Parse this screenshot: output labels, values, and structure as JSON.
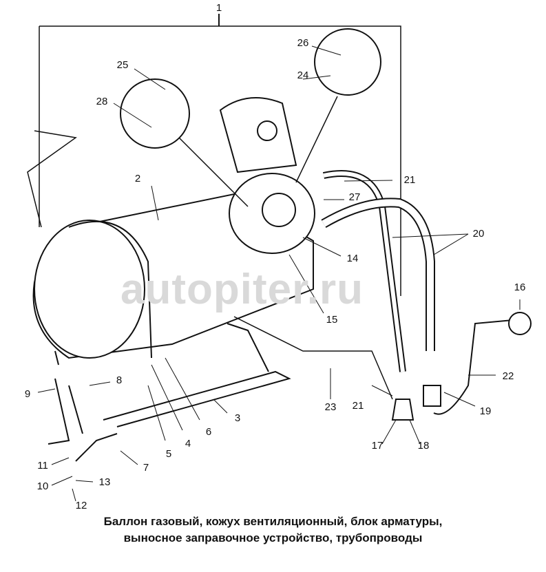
{
  "watermark": "autopiter.ru",
  "caption": {
    "line1": "Баллон газовый, кожух вентиляционный, блок арматуры,",
    "line2": "выносное заправочное устройство, трубопроводы"
  },
  "labels": {
    "l1": "1",
    "l2": "2",
    "l3": "3",
    "l4": "4",
    "l5": "5",
    "l6": "6",
    "l7": "7",
    "l8": "8",
    "l9": "9",
    "l10": "10",
    "l11": "11",
    "l12": "12",
    "l13": "13",
    "l14": "14",
    "l15": "15",
    "l16": "16",
    "l17": "17",
    "l18": "18",
    "l19": "19",
    "l20": "20",
    "l21a": "21",
    "l21b": "21",
    "l22": "22",
    "l23": "23",
    "l24": "24",
    "l25": "25",
    "l26": "26",
    "l27": "27",
    "l28": "28"
  }
}
